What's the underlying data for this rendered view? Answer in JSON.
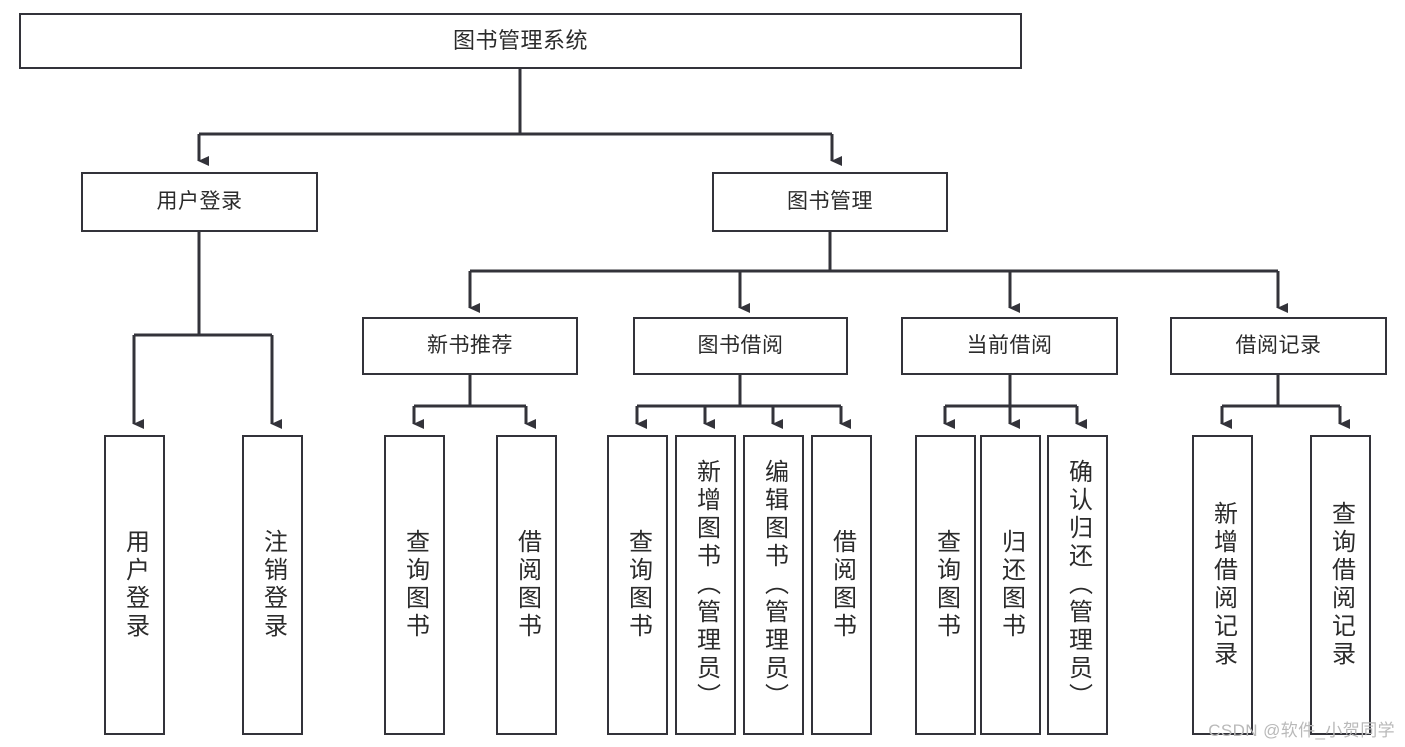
{
  "diagram": {
    "type": "tree",
    "title": "图书管理系统",
    "orientation": "top-down",
    "colors": {
      "box_border": "#33333a",
      "box_fill": "#ffffff",
      "connector": "#33333a",
      "text": "#2b2b2b",
      "watermark": "#b9b9b9",
      "background": "#ffffff"
    },
    "root": {
      "label": "图书管理系统"
    },
    "level2": [
      {
        "label": "用户登录"
      },
      {
        "label": "图书管理"
      }
    ],
    "level3": [
      {
        "label": "新书推荐"
      },
      {
        "label": "图书借阅"
      },
      {
        "label": "当前借阅"
      },
      {
        "label": "借阅记录"
      }
    ],
    "leaves": {
      "user_login": [
        {
          "label": "用户登录"
        },
        {
          "label": "注销登录"
        }
      ],
      "new_book_recommend": [
        {
          "label": "查询图书"
        },
        {
          "label": "借阅图书"
        }
      ],
      "book_borrow": [
        {
          "label": "查询图书"
        },
        {
          "label": "新增图书（管理员）"
        },
        {
          "label": "编辑图书（管理员）"
        },
        {
          "label": "借阅图书"
        }
      ],
      "current_borrow": [
        {
          "label": "查询图书"
        },
        {
          "label": "归还图书"
        },
        {
          "label": "确认归还（管理员）"
        }
      ],
      "borrow_record": [
        {
          "label": "新增借阅记录"
        },
        {
          "label": "查询借阅记录"
        }
      ]
    }
  },
  "watermark": {
    "text": "CSDN @软件_小贺同学"
  }
}
